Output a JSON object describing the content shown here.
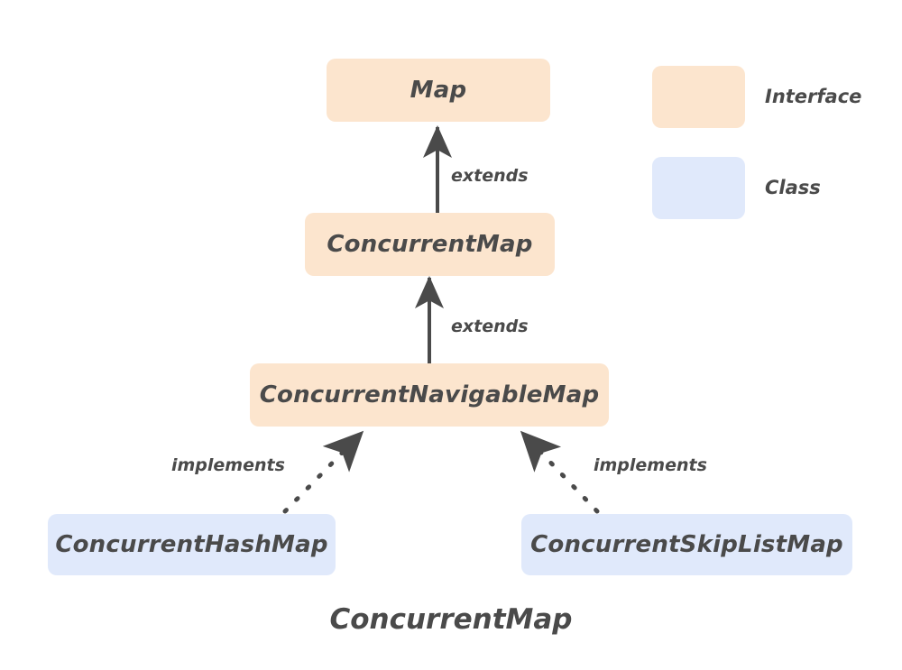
{
  "diagram": {
    "caption": "ConcurrentMap",
    "colors": {
      "interface_fill": "#fce5ce",
      "class_fill": "#e0e9fb",
      "text": "#4a4a4a",
      "edge": "#4a4a4a",
      "background": "#ffffff"
    },
    "nodes": [
      {
        "id": "map",
        "label": "Map",
        "kind": "interface"
      },
      {
        "id": "concurrent-map",
        "label": "ConcurrentMap",
        "kind": "interface"
      },
      {
        "id": "concurrent-navigable-map",
        "label": "ConcurrentNavigableMap",
        "kind": "interface"
      },
      {
        "id": "concurrent-hash-map",
        "label": "ConcurrentHashMap",
        "kind": "class"
      },
      {
        "id": "concurrent-skip-list-map",
        "label": "ConcurrentSkipListMap",
        "kind": "class"
      }
    ],
    "edges": [
      {
        "id": "edge-extends-map",
        "label": "extends",
        "from": "concurrent-map",
        "to": "map",
        "style": "solid"
      },
      {
        "id": "edge-extends-concurrent-map",
        "label": "extends",
        "from": "concurrent-navigable-map",
        "to": "concurrent-map",
        "style": "solid"
      },
      {
        "id": "edge-implements-left",
        "label": "implements",
        "from": "concurrent-hash-map",
        "to": "concurrent-navigable-map",
        "style": "dashed"
      },
      {
        "id": "edge-implements-right",
        "label": "implements",
        "from": "concurrent-skip-list-map",
        "to": "concurrent-navigable-map",
        "style": "dashed"
      }
    ],
    "legend": [
      {
        "id": "legend-interface",
        "label": "Interface",
        "kind": "interface"
      },
      {
        "id": "legend-class",
        "label": "Class",
        "kind": "class"
      }
    ]
  }
}
